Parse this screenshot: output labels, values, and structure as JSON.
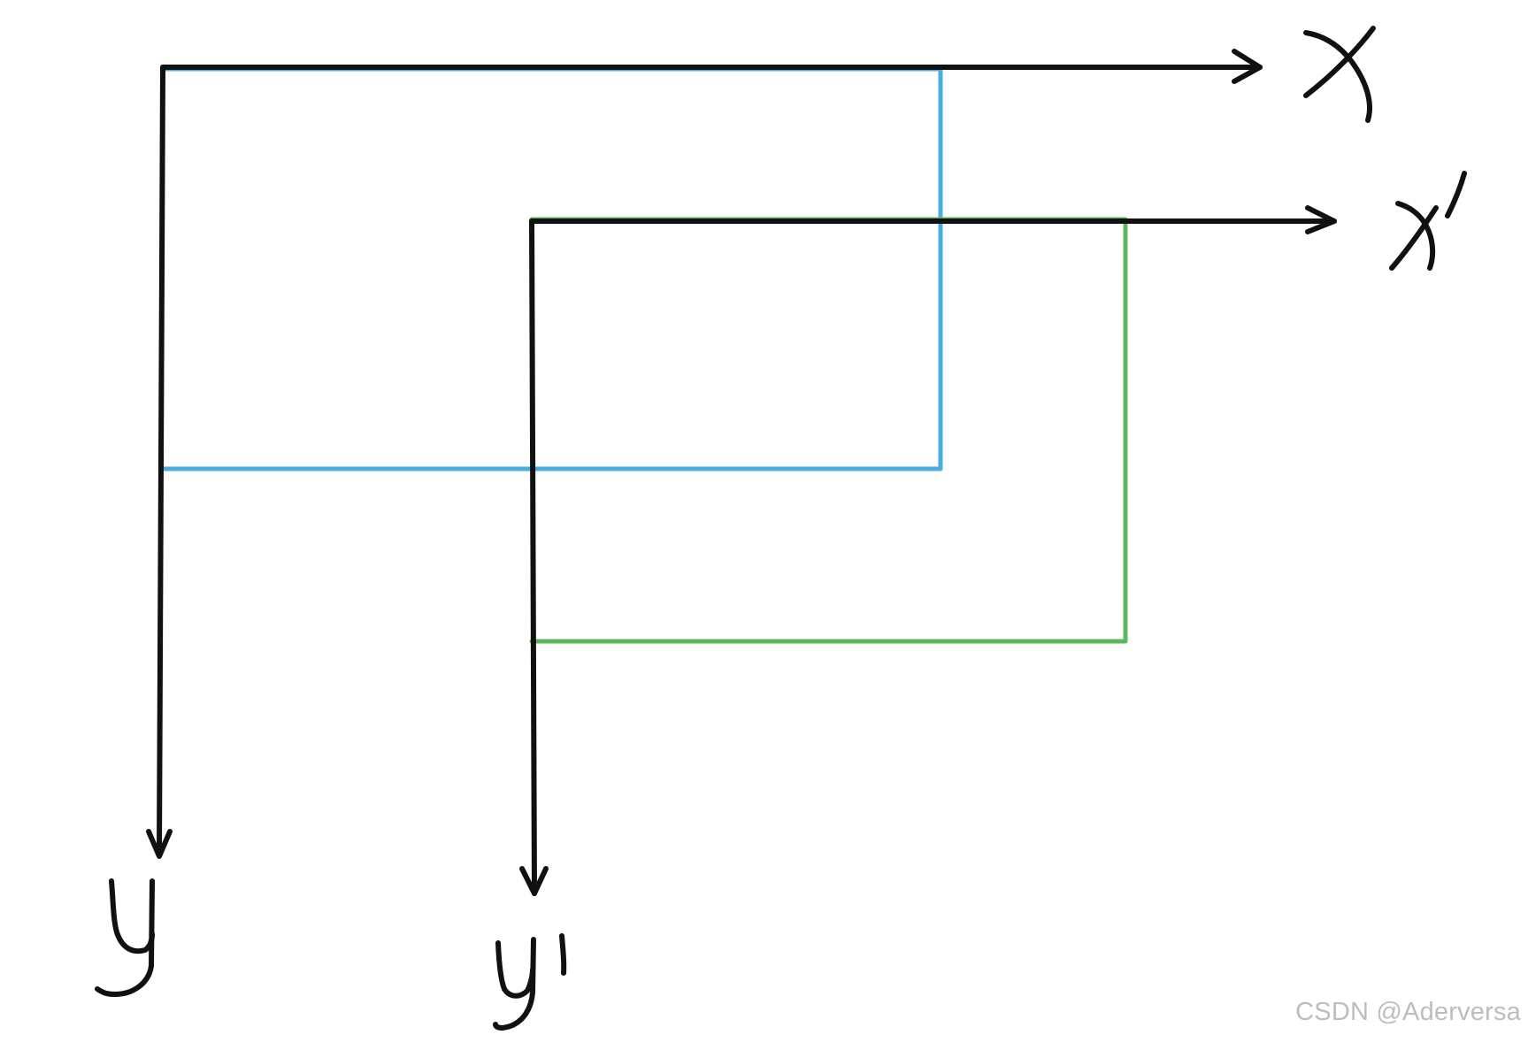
{
  "diagram": {
    "labels": {
      "x": "X",
      "y": "y",
      "x_prime": "X'",
      "y_prime": "y'"
    },
    "colors": {
      "axis": "#111111",
      "rect_original": "#4aaee2",
      "rect_shifted": "#5cb85c"
    },
    "watermark": "CSDN @Aderversa"
  }
}
